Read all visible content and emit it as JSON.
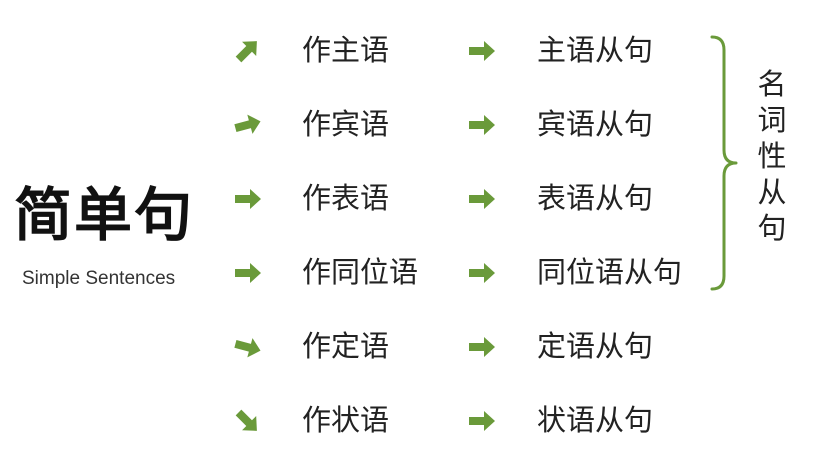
{
  "title": "简单句",
  "subtitle": "Simple Sentences",
  "arrow_color": "#6a9a3a",
  "rows": [
    {
      "function": "作主语",
      "clause": "主语从句",
      "direction": "up"
    },
    {
      "function": "作宾语",
      "clause": "宾语从句",
      "direction": "slight-up"
    },
    {
      "function": "作表语",
      "clause": "表语从句",
      "direction": "right"
    },
    {
      "function": "作同位语",
      "clause": "同位语从句",
      "direction": "right"
    },
    {
      "function": "作定语",
      "clause": "定语从句",
      "direction": "slight-down"
    },
    {
      "function": "作状语",
      "clause": "状语从句",
      "direction": "down"
    }
  ],
  "group_label": "名词性从句"
}
